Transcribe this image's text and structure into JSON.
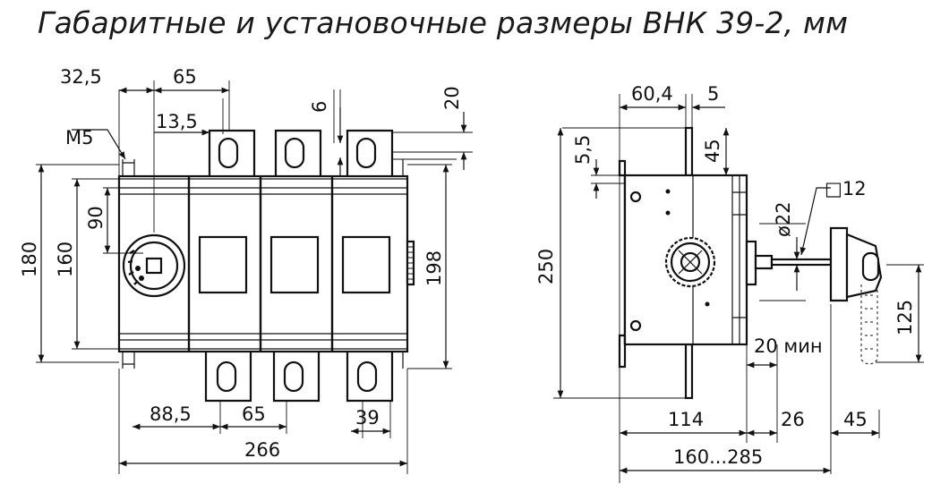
{
  "title": "Габаритные и установочные размеры ВНК 39-2, мм",
  "front_view": {
    "dim_32_5": "32,5",
    "dim_65_top": "65",
    "dim_13_5": "13,5",
    "dim_6": "6",
    "dim_20": "20",
    "label_m5": "M5",
    "dim_90": "90",
    "dim_180": "180",
    "dim_160": "160",
    "dim_198": "198",
    "dim_88_5": "88,5",
    "dim_65_bottom": "65",
    "dim_39": "39",
    "dim_266": "266"
  },
  "side_view": {
    "dim_60_4": "60,4",
    "dim_5": "5",
    "dim_5_5": "5,5",
    "dim_45_top": "45",
    "dim_22": "ø22",
    "dim_12": "□12",
    "dim_250": "250",
    "dim_125": "125",
    "dim_20_min": "20 мин",
    "dim_114": "114",
    "dim_26": "26",
    "dim_45_bottom": "45",
    "dim_160_285": "160...285"
  }
}
